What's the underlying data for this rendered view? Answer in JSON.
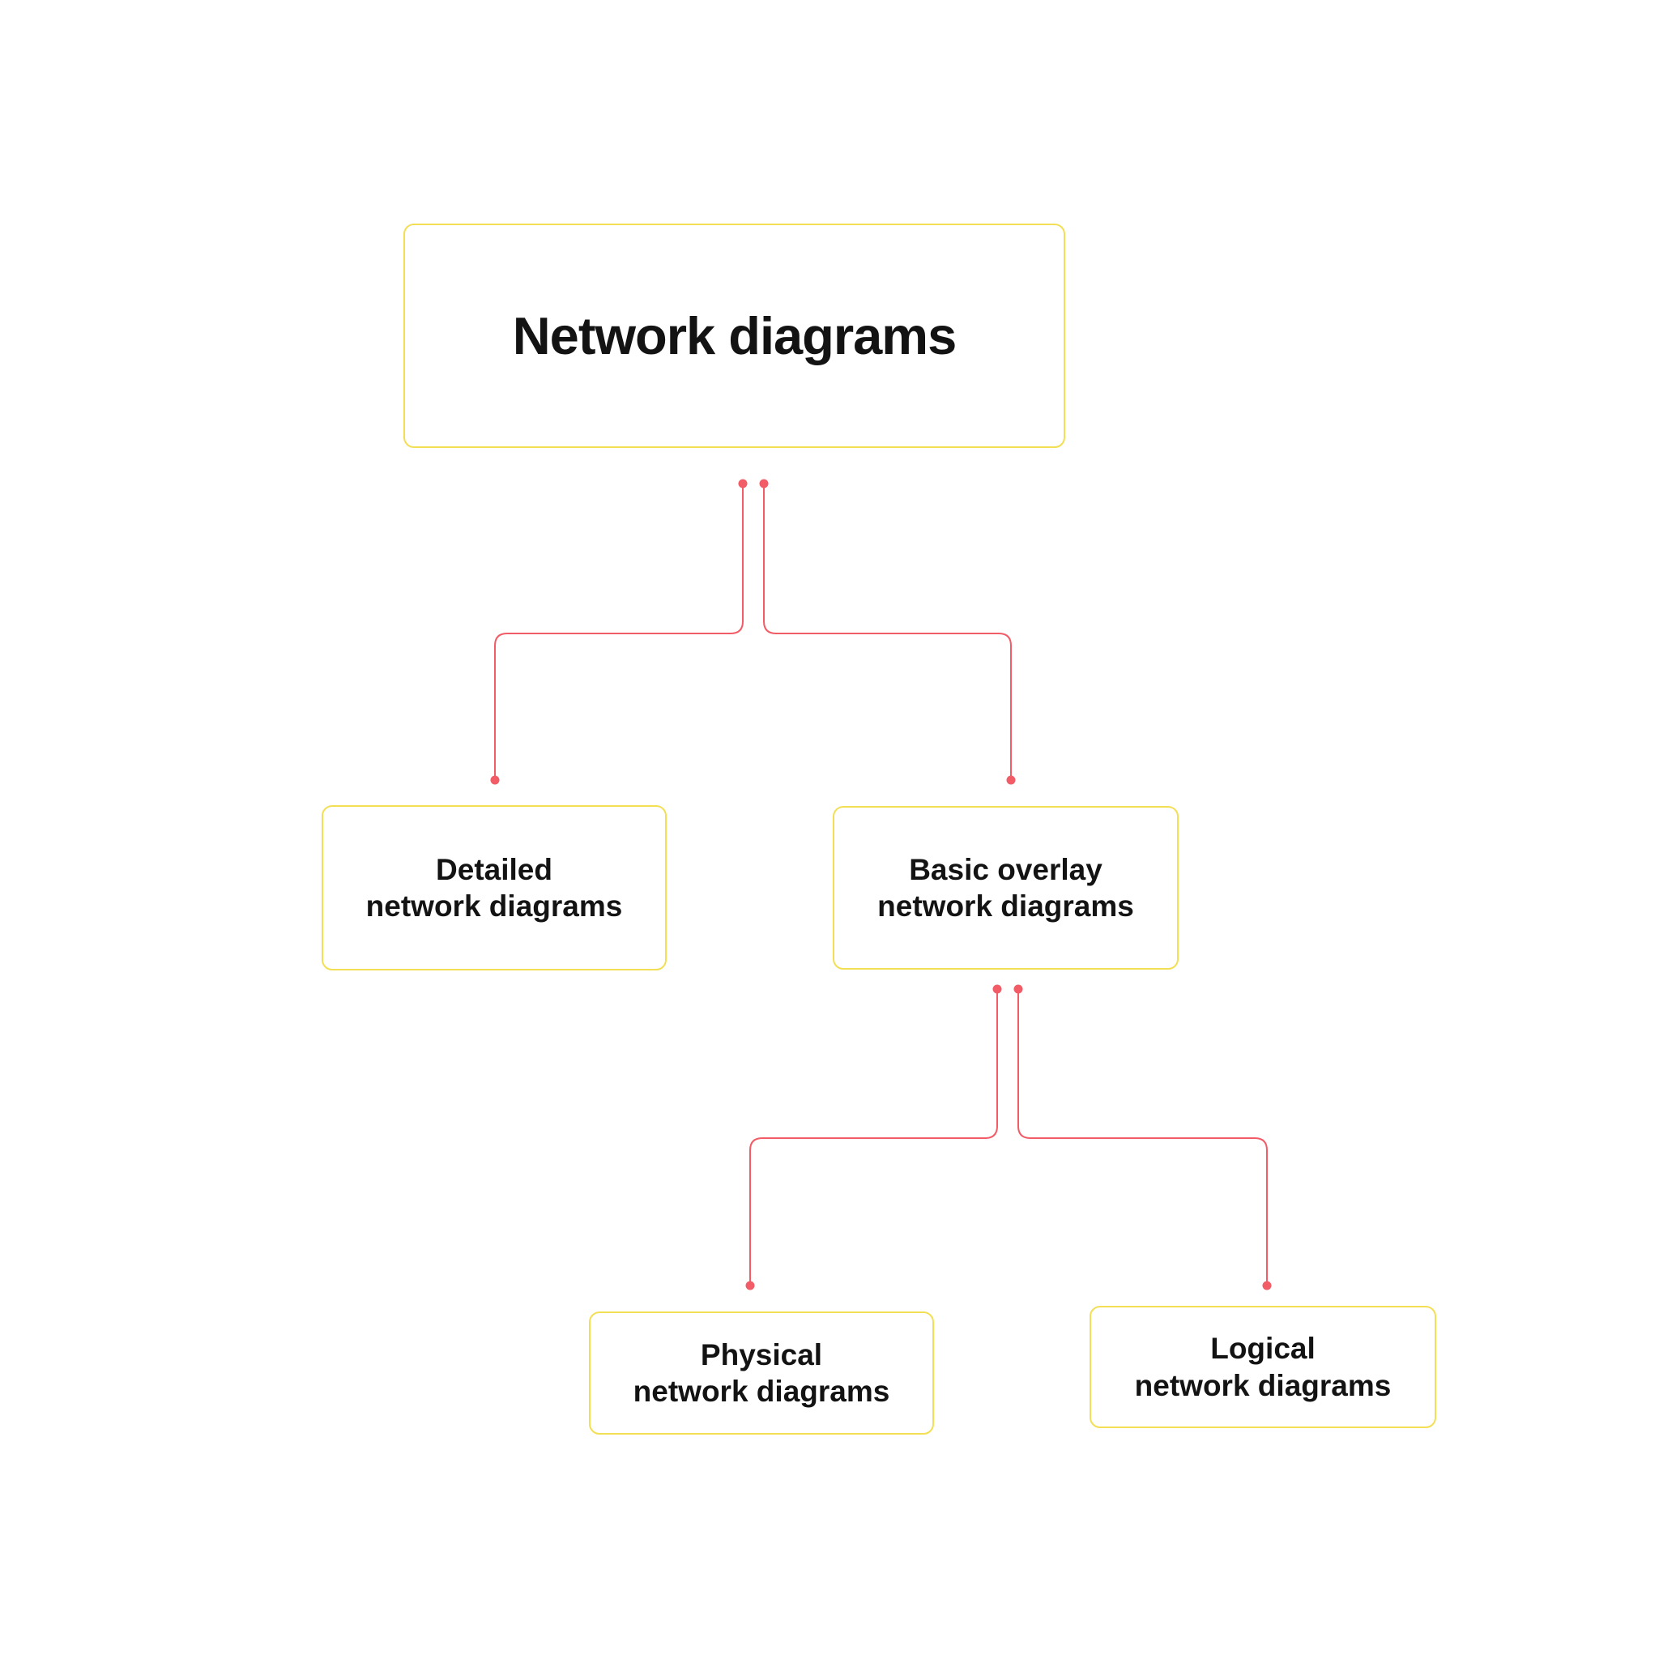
{
  "nodes": {
    "root": {
      "label": "Network diagrams"
    },
    "detailed": {
      "label": "Detailed\nnetwork diagrams"
    },
    "basic": {
      "label": "Basic overlay\nnetwork diagrams"
    },
    "physical": {
      "label": "Physical\nnetwork diagrams"
    },
    "logical": {
      "label": "Logical\nnetwork diagrams"
    }
  },
  "edges": [
    {
      "from": "root",
      "to": "detailed"
    },
    {
      "from": "root",
      "to": "basic"
    },
    {
      "from": "basic",
      "to": "physical"
    },
    {
      "from": "basic",
      "to": "logical"
    }
  ],
  "colors": {
    "box_border": "#F2DF55",
    "connector": "#F25C66",
    "text": "#131313",
    "background": "#FFFFFF"
  }
}
